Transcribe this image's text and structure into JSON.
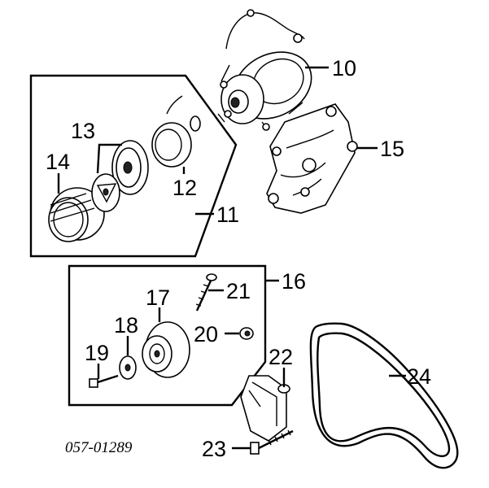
{
  "diagram": {
    "code": "057-01289",
    "callouts": {
      "c10": "10",
      "c11": "11",
      "c12": "12",
      "c13": "13",
      "c14": "14",
      "c15": "15",
      "c16": "16",
      "c17": "17",
      "c18": "18",
      "c19": "19",
      "c20": "20",
      "c21": "21",
      "c22": "22",
      "c23": "23",
      "c24": "24"
    }
  }
}
